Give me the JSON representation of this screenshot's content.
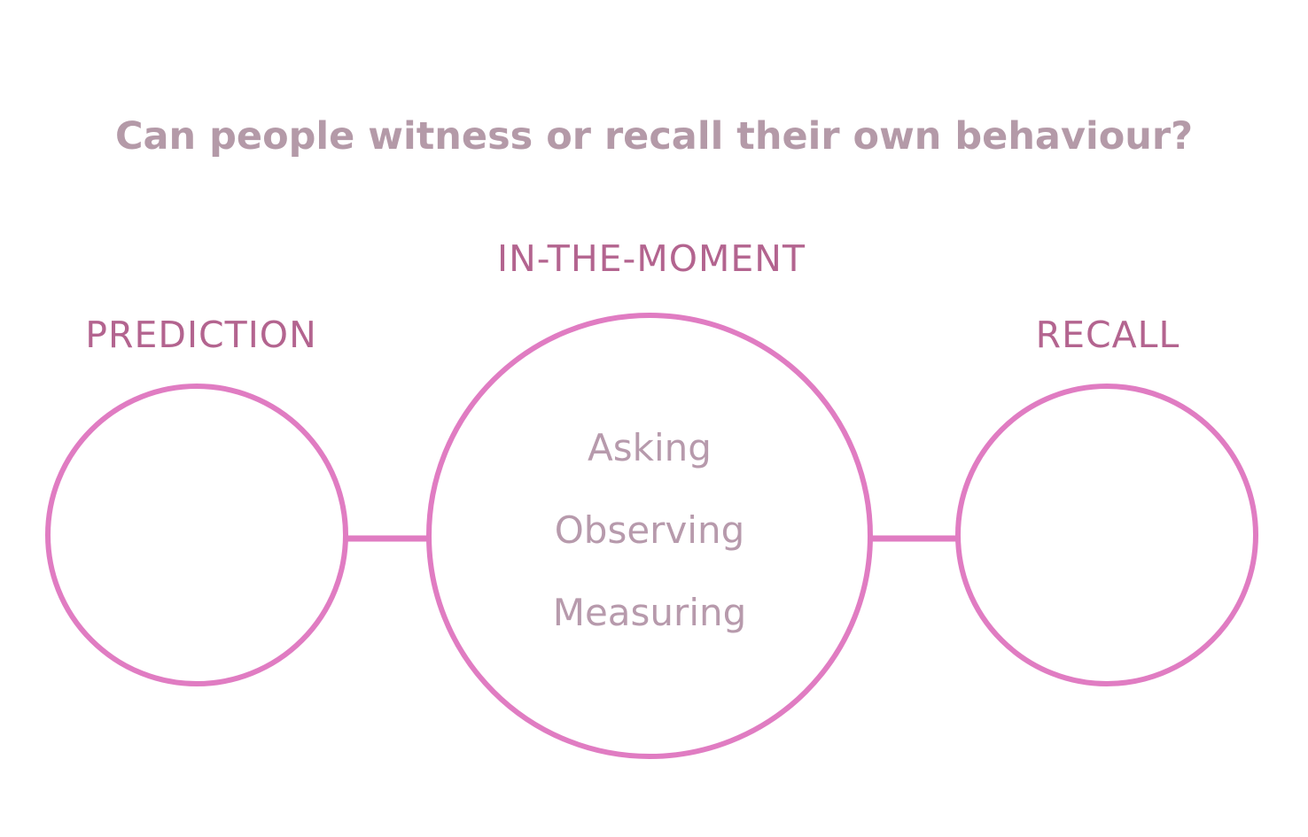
{
  "title": "Can people witness or recall their own behaviour?",
  "stages": {
    "prediction": {
      "label": "PREDICTION"
    },
    "in_the_moment": {
      "label": "IN-THE-MOMENT",
      "methods": [
        "Asking",
        "Observing",
        "Measuring"
      ]
    },
    "recall": {
      "label": "RECALL"
    }
  },
  "colors": {
    "title": "#b49aa8",
    "stage_label": "#b3648f",
    "method_text": "#b79aac",
    "circle_stroke": "#e07cc2",
    "connector": "#e07cc2",
    "background": "#ffffff"
  }
}
